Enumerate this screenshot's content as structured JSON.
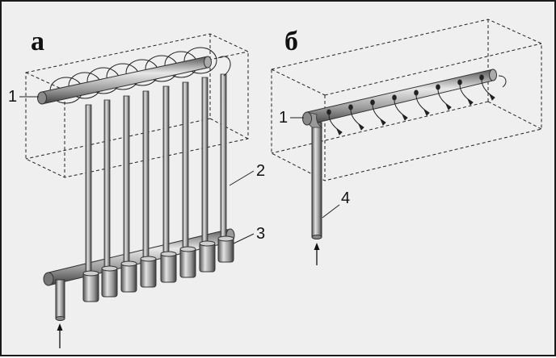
{
  "panels": {
    "a": {
      "letter": "а",
      "labels": {
        "manifold": "1",
        "pipes": "2",
        "bottom": "3"
      }
    },
    "b": {
      "letter": "б",
      "labels": {
        "manifold": "1",
        "riser": "4"
      }
    }
  },
  "colors": {
    "pipe": "#9a9a9a",
    "pipe_dark": "#555555",
    "ink": "#111111",
    "background": "#efefef"
  },
  "icons": {
    "inflow": "up-arrow-icon",
    "spray": "curved-arrow-icon"
  }
}
